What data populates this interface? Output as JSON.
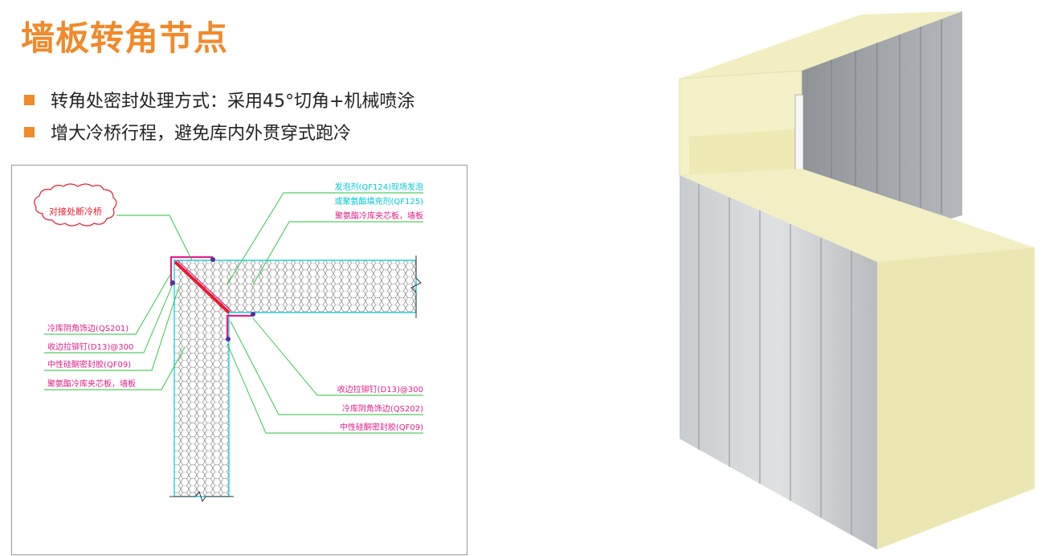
{
  "header": {
    "title": "墙板转角节点"
  },
  "bullets": [
    "转角处密封处理方式：采用45°切角+机械喷涂",
    "增大冷桥行程，避免库内外贯穿式跑冷"
  ],
  "colors": {
    "accent": "#f08a2a",
    "cyan": "#00c8d8",
    "magenta": "#e0208a",
    "leader": "#27c13a",
    "red": "#e8192c",
    "foam": "#f4f1c8"
  },
  "detail_drawing": {
    "cloud_note": "对接处断冷桥",
    "labels_top": [
      "发泡剂(QF124)现场发泡",
      "或聚氨酯填充剂(QF125)",
      "聚氨酯冷库夹芯板，墙板"
    ],
    "labels_left": [
      "冷库阴角饰边(QS201)",
      "收边拉铆钉(D13)@300",
      "中性硅酮密封胶(QF09)",
      "聚氨酯冷库夹芯板，墙板"
    ],
    "labels_right": [
      "收边拉铆钉(D13)@300",
      "冷库阴角饰边(QS202)",
      "中性硅酮密封胶(QF09)"
    ]
  }
}
